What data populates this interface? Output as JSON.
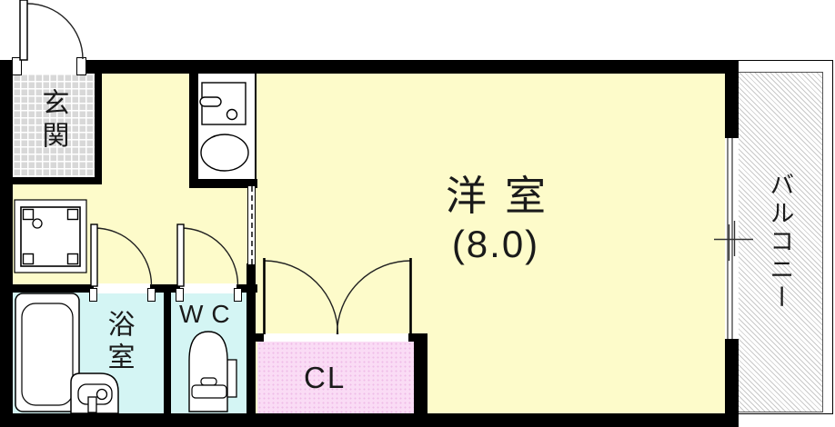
{
  "floorplan": {
    "type": "apartment-floor-plan",
    "rooms": {
      "entrance": {
        "label": "玄関"
      },
      "western_room": {
        "label": "洋室",
        "size_label": "(8.0)"
      },
      "bathroom": {
        "label": "浴室"
      },
      "toilet": {
        "label": "WC"
      },
      "closet": {
        "label": "CL"
      },
      "balcony": {
        "label": "バルコニー"
      }
    },
    "colors": {
      "wall": "#000000",
      "room_floor_yellow": "#fdfbca",
      "wet_area_cyan": "#d4f5f4",
      "closet_pink": "#fadcf5",
      "entrance_tile_gray": "#d8d8d8",
      "balcony_hatch_gray": "#c9c9c9",
      "fixture_white": "#ffffff"
    }
  }
}
